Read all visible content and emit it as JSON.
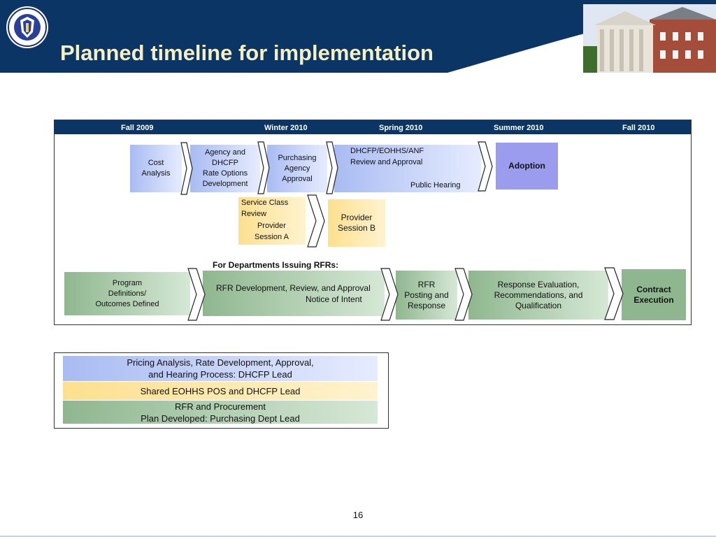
{
  "slide": {
    "title": "Planned timeline for implementation",
    "page_number": "16"
  },
  "timeline": {
    "seasons": [
      "Fall 2009",
      "Winter 2010",
      "Spring 2010",
      "Summer 2010",
      "Fall 2010"
    ],
    "top_row": {
      "cost_analysis": "Cost\nAnalysis",
      "agency_dhcfp": "Agency and\nDHCFP\nRate Options\nDevelopment",
      "purchasing_agency": "Purchasing\nAgency\nApproval",
      "review_approval": "DHCFP/EOHHS/ANF\nReview and Approval",
      "public_hearing": "Public Hearing",
      "adoption": "Adoption"
    },
    "middle_row": {
      "service_class_review": "Service Class\nReview",
      "provider_session_a": "Provider\nSession A",
      "provider_session_b": "Provider\nSession B"
    },
    "rfr_heading": "For Departments Issuing RFRs:",
    "bottom_row": {
      "program_definitions": "Program\nDefinitions/\nOutcomes Defined",
      "rfr_development": "RFR Development, Review, and Approval",
      "notice_of_intent": "Notice of Intent",
      "rfr_posting": "RFR\nPosting and\nResponse",
      "response_evaluation": "Response Evaluation,\nRecommendations, and\nQualification",
      "contract_execution": "Contract\nExecution"
    }
  },
  "legend": {
    "blue": "Pricing Analysis, Rate Development, Approval,\nand Hearing Process: DHCFP Lead",
    "yellow": "Shared EOHHS POS and DHCFP Lead",
    "green": "RFR and Procurement\nPlan Developed: Purchasing Dept Lead"
  },
  "colors": {
    "header_navy": "#0b3564",
    "title_cream": "#f5f0c4",
    "blue_phase": "#a9bbf2",
    "yellow_phase": "#fde08f",
    "green_phase": "#8fb78f",
    "adoption": "#9b9cee"
  }
}
